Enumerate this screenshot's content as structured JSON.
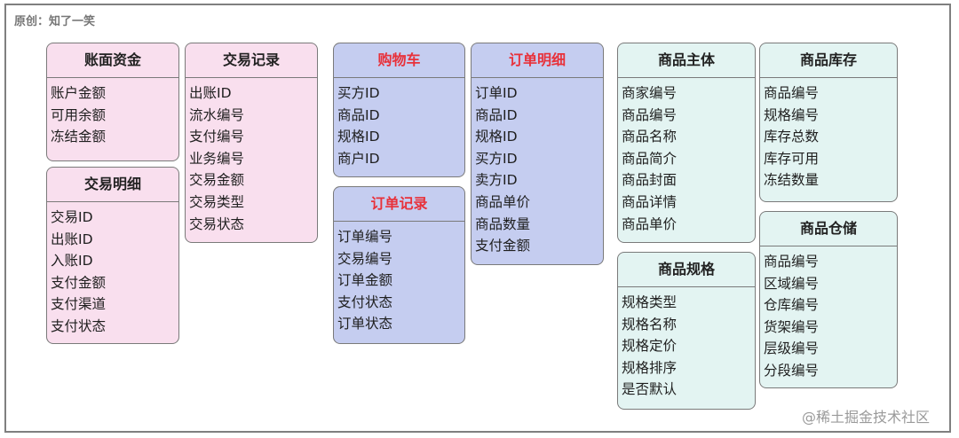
{
  "credit": "原创：知了一笑",
  "watermark": "@稀土掘金技术社区",
  "colors": {
    "account_group": "#f9dfee",
    "order_group": "#c5cdf0",
    "product_group": "#e3f4f2",
    "highlight_title": "#e8313a",
    "border": "#7a7a7a"
  },
  "entities": {
    "account_funds": {
      "title": "账面资金",
      "fields": [
        "账户金额",
        "可用余额",
        "冻结金额"
      ]
    },
    "trade_detail": {
      "title": "交易明细",
      "fields": [
        "交易ID",
        "出账ID",
        "入账ID",
        "支付金额",
        "支付渠道",
        "支付状态"
      ]
    },
    "trade_record": {
      "title": "交易记录",
      "fields": [
        "出账ID",
        "流水编号",
        "支付编号",
        "业务编号",
        "交易金额",
        "交易类型",
        "交易状态"
      ]
    },
    "cart": {
      "title": "购物车",
      "fields": [
        "买方ID",
        "商品ID",
        "规格ID",
        "商户ID"
      ]
    },
    "order_record": {
      "title": "订单记录",
      "fields": [
        "订单编号",
        "交易编号",
        "订单金额",
        "支付状态",
        "订单状态"
      ]
    },
    "order_detail": {
      "title": "订单明细",
      "fields": [
        "订单ID",
        "商品ID",
        "规格ID",
        "买方ID",
        "卖方ID",
        "商品单价",
        "商品数量",
        "支付金额"
      ]
    },
    "product_main": {
      "title": "商品主体",
      "fields": [
        "商家编号",
        "商品编号",
        "商品名称",
        "商品简介",
        "商品封面",
        "商品详情",
        "商品单价"
      ]
    },
    "product_spec": {
      "title": "商品规格",
      "fields": [
        "规格类型",
        "规格名称",
        "规格定价",
        "规格排序",
        "是否默认"
      ]
    },
    "product_stock": {
      "title": "商品库存",
      "fields": [
        "商品编号",
        "规格编号",
        "库存总数",
        "库存可用",
        "冻结数量"
      ]
    },
    "product_warehouse": {
      "title": "商品仓储",
      "fields": [
        "商品编号",
        "区域编号",
        "仓库编号",
        "货架编号",
        "层级编号",
        "分段编号"
      ]
    }
  }
}
